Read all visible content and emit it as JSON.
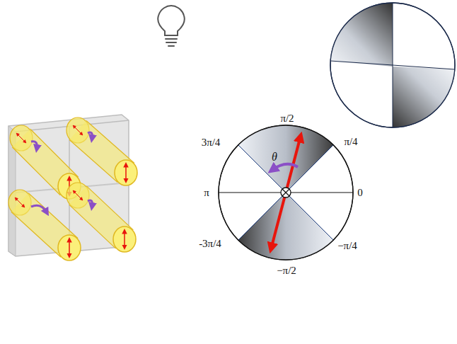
{
  "diagram": {
    "labels": [
      "π/2",
      "3π/4",
      "π/4",
      "θ",
      "π",
      "0",
      "-3π/4",
      "−π/4",
      "−π/2"
    ]
  }
}
